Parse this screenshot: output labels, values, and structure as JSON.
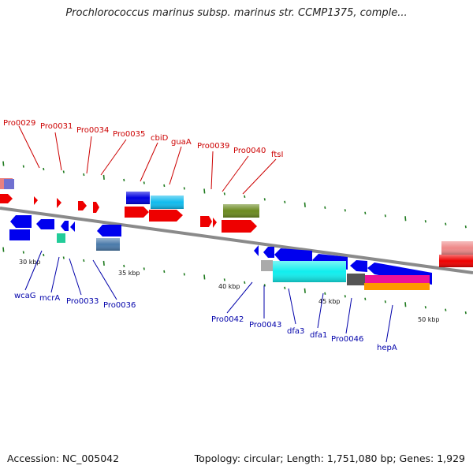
{
  "title": "Prochlorococcus marinus subsp. marinus str. CCMP1375, comple...",
  "footer": {
    "accession": "Accession: NC_005042",
    "topology": "Topology: circular; Length: 1,751,080 bp; Genes: 1,929"
  },
  "colors": {
    "forward_label": "#cc0000",
    "reverse_label": "#0000aa",
    "backbone": "#8a8a8a",
    "tick": "#1e7a1e"
  },
  "scale": [
    "30 kbp",
    "35 kbp",
    "40 kbp",
    "45 kbp",
    "50 kbp"
  ],
  "top_labels": [
    "Pro0029",
    "Pro0031",
    "Pro0034",
    "Pro0035",
    "cbiD",
    "guaA",
    "Pro0039",
    "Pro0040",
    "ftsI"
  ],
  "bottom_labels": [
    "wcaG",
    "mcrA",
    "Pro0033",
    "Pro0036",
    "Pro0042",
    "Pro0043",
    "dfa3",
    "dfa1",
    "Pro0046",
    "hepA"
  ]
}
